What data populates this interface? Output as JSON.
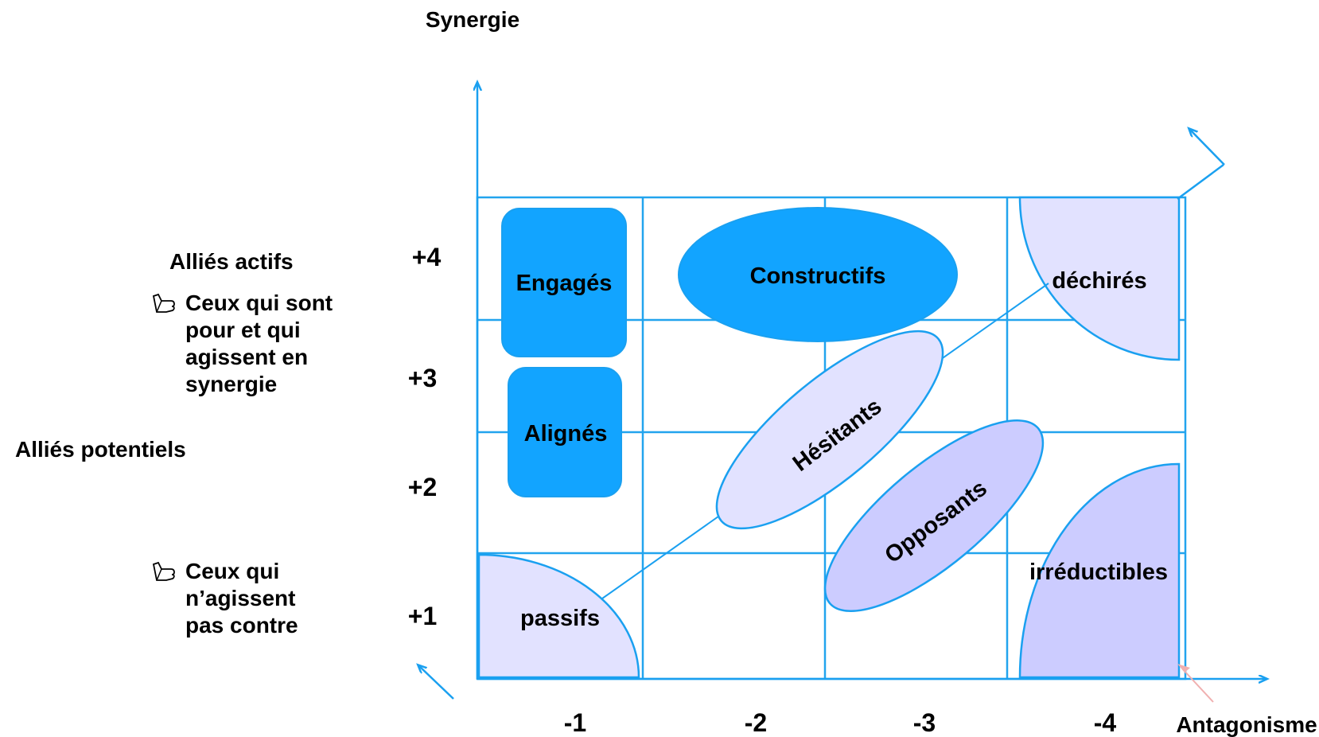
{
  "axes": {
    "y_title": "Synergie",
    "x_title": "Antagonisme",
    "y_ticks": [
      "+4",
      "+3",
      "+2",
      "+1"
    ],
    "x_ticks": [
      "-1",
      "-2",
      "-3",
      "-4"
    ]
  },
  "left_labels": {
    "allies_actifs": "Alliés actifs",
    "allies_actifs_desc": "Ceux qui sont pour et qui agissent en synergie",
    "allies_potentiels": "Alliés potentiels",
    "allies_potentiels_desc": "Ceux qui n’agissent pas contre"
  },
  "zones": {
    "engages": "Engagés",
    "alignes": "Alignés",
    "constructifs": "Constructifs",
    "dechires": "déchirés",
    "hesitants": "Hésitants",
    "opposants": "Opposants",
    "irreductibles": "irréductibles",
    "passifs": "passifs"
  },
  "colors": {
    "axis": "#1aa0f0",
    "grid": "#22a4ee",
    "strong_fill": "#12a4ff",
    "light_fill": "#e2e2ff",
    "medium_fill": "#ccccff",
    "pointer": "#f0b0b0"
  }
}
